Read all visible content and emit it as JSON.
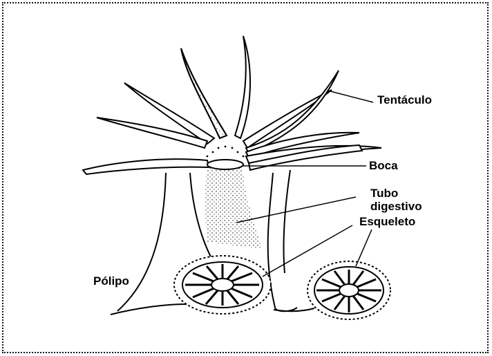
{
  "labels": {
    "tentaculo": "Tentáculo",
    "boca": "Boca",
    "tubo_line1": "Tubo",
    "tubo_line2": "digestivo",
    "esqueleto": "Esqueleto",
    "polipo": "Pólipo"
  },
  "colors": {
    "ink": "#000000",
    "background": "#ffffff"
  }
}
